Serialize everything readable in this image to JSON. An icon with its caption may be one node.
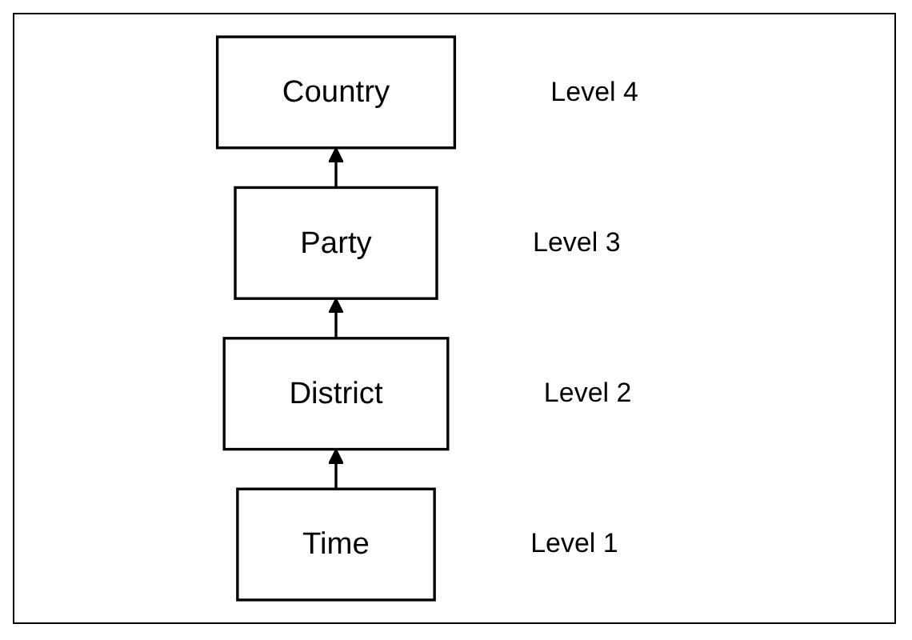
{
  "diagram": {
    "nodes": [
      {
        "text": [
          "Country"
        ],
        "beside": [
          "Level 4"
        ]
      },
      {
        "text": [
          "Party"
        ],
        "beside": [
          "Level 3"
        ]
      },
      {
        "text": [
          "District"
        ],
        "beside": [
          "Level 2"
        ]
      },
      {
        "text": [
          "Time"
        ],
        "beside": [
          "Level 1"
        ]
      }
    ],
    "edges": [
      {
        "from": 3,
        "to": 2,
        "arrow": "to"
      },
      {
        "from": 2,
        "to": 1,
        "arrow": "to"
      },
      {
        "from": 1,
        "to": 0,
        "arrow": "to"
      }
    ]
  }
}
